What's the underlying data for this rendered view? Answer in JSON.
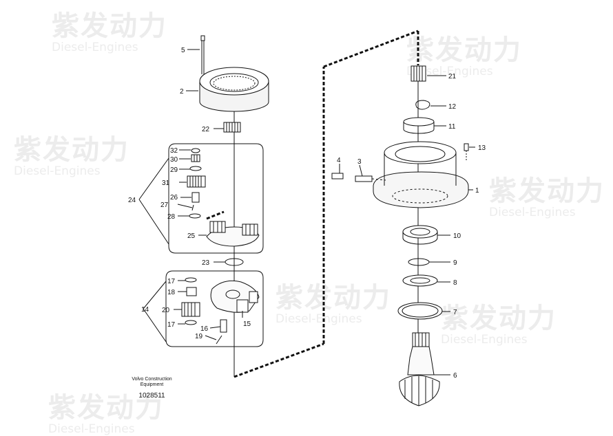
{
  "watermark": {
    "cn": "紫发动力",
    "en": "Diesel-Engines"
  },
  "footer": {
    "line1": "Volvo Construction",
    "line2": "Equipment",
    "number": "1028511"
  },
  "callouts": {
    "c1": "1",
    "c2": "2",
    "c3": "3",
    "c4": "4",
    "c5": "5",
    "c6": "6",
    "c7": "7",
    "c8": "8",
    "c9": "9",
    "c10": "10",
    "c11": "11",
    "c12": "12",
    "c13": "13",
    "c14": "14",
    "c15": "15",
    "c16": "16",
    "c17a": "17",
    "c17b": "17",
    "c18": "18",
    "c19": "19",
    "c20": "20",
    "c21": "21",
    "c22": "22",
    "c23": "23",
    "c24": "24",
    "c25": "25",
    "c26": "26",
    "c27": "27",
    "c28": "28",
    "c29": "29",
    "c30": "30",
    "c31": "31",
    "c32": "32"
  }
}
